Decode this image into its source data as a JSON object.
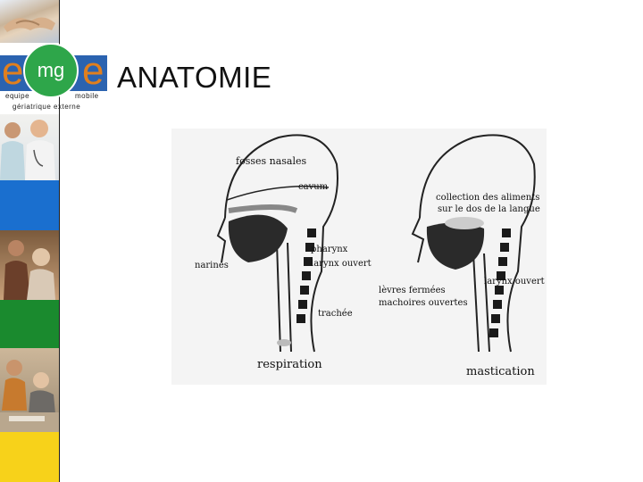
{
  "slide": {
    "title": "ANATOMIE"
  },
  "logo": {
    "letter_left": "e",
    "letter_right": "e",
    "center_text": "mg",
    "tagline_line1_left": "equipe",
    "tagline_line1_right": "mobile",
    "tagline_line2": "gériatrique externe"
  },
  "figure": {
    "left_caption": "respiration",
    "right_caption": "mastication",
    "labels": {
      "fosses_nasales": "fosses nasales",
      "cavum": "cavum",
      "narines": "narines",
      "pharynx": "pharynx",
      "larynx_left": "larynx ouvert",
      "trachee": "trachée",
      "collection_line1": "collection des aliments",
      "collection_line2": "sur le dos de la langue",
      "larynx_right": "larynx ouvert",
      "levres_line1": "lèvres fermées",
      "levres_line2": "machoires ouvertes"
    }
  },
  "colors": {
    "blue": "#1a6fcf",
    "green": "#1a8a2e",
    "yellow": "#f7d21a",
    "orange": "#e07f1e"
  }
}
